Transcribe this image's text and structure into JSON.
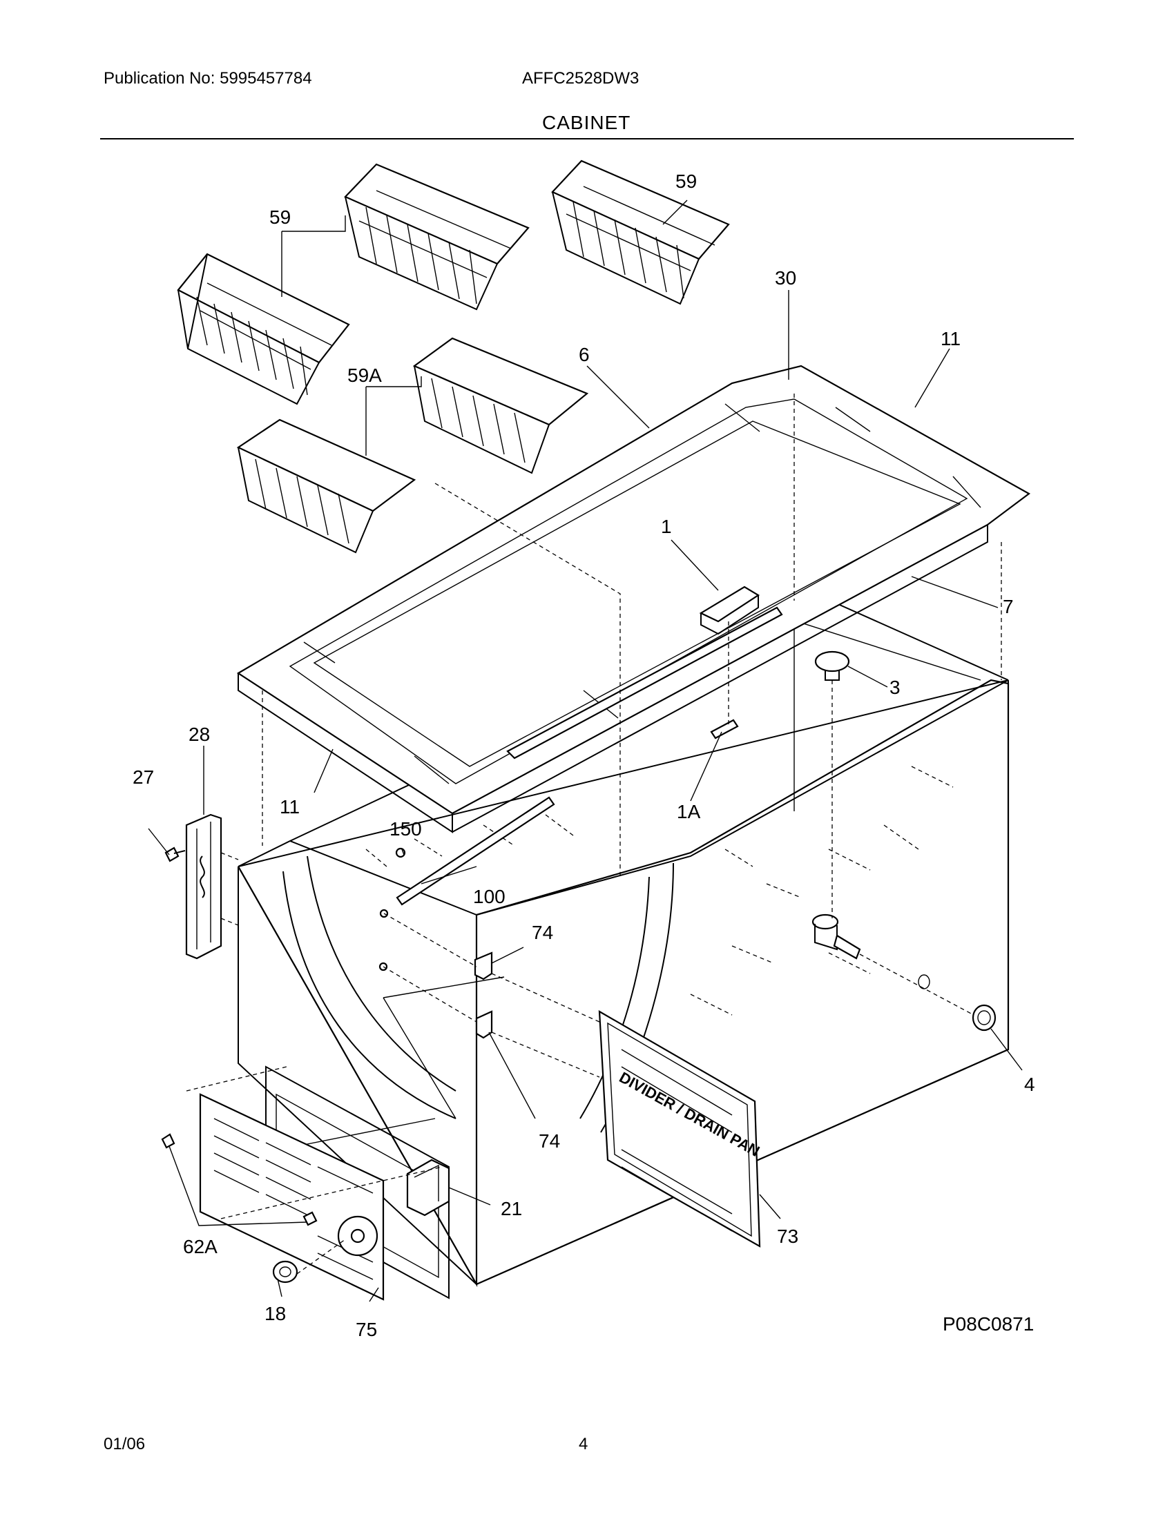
{
  "header": {
    "publication": "Publication No: 5995457784",
    "model": "AFFC2528DW3",
    "section": "CABINET"
  },
  "diagram": {
    "drawing_code": "P08C0871",
    "panel_text": "DIVIDER / DRAIN PAN",
    "callouts": [
      "59",
      "59",
      "30",
      "11",
      "6",
      "59A",
      "1",
      "7",
      "3",
      "28",
      "27",
      "11",
      "1A",
      "150",
      "100",
      "74",
      "74",
      "4",
      "73",
      "21",
      "62A",
      "18",
      "75"
    ]
  },
  "footer": {
    "date": "01/06",
    "page": "4"
  }
}
